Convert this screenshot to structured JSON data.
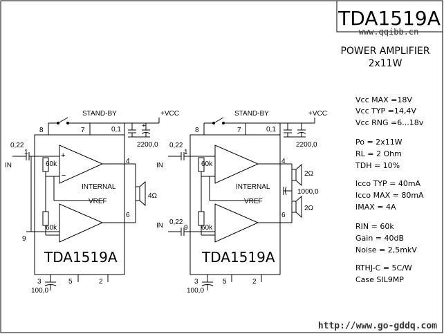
{
  "header": {
    "part_number": "TDA1519A",
    "watermark_top": "www.qqibb.cn",
    "title_line1": "POWER AMPLIFIER",
    "title_line2": "2x11W"
  },
  "specs": [
    "Vcc MAX =18V",
    "Vcc TYP =14,4V",
    "Vcc RNG =6...18v",
    "Po = 2x11W",
    "RL = 2 Ohm",
    "TDH = 10%",
    "Icco TYP = 40mA",
    "Icco MAX = 80mA",
    "IMAX = 4A",
    "RIN = 60k",
    "Gain = 40dB",
    "Noise = 2,5mkV",
    "RTHJ-C = 5C/W",
    "Case SIL9MP"
  ],
  "circuit_left": {
    "chip_label": "TDA1519A",
    "standby": "STAND-BY",
    "vcc": "+VCC",
    "cap_in": "0,22",
    "cap_01": "0,1",
    "cap_plus": "+",
    "cap_2200": "2200,0",
    "input": "IN",
    "res_top": "60k",
    "res_bot": "60k",
    "internal": "INTERNAL",
    "vref": "VREF",
    "speaker": "4Ω",
    "cap_100": "100,0",
    "pins": {
      "p1": "1",
      "p2": "2",
      "p3": "3",
      "p4": "4",
      "p5": "5",
      "p6": "6",
      "p7": "7",
      "p8": "8",
      "p9": "9"
    },
    "opamp_plus": "+",
    "opamp_minus": "−"
  },
  "circuit_right": {
    "chip_label": "TDA1519A",
    "standby": "STAND-BY",
    "vcc": "+VCC",
    "cap_in1": "0,22",
    "cap_in2": "0,22",
    "cap_01": "0,1",
    "cap_2200": "2200,0",
    "input1": "IN",
    "input2": "IN",
    "res_top": "60k",
    "res_bot": "60k",
    "internal": "INTERNAL",
    "vref": "VREF",
    "speaker_top": "2Ω",
    "speaker_bot": "2Ω",
    "cap_1000": "1000,0",
    "cap_100": "100,0",
    "pins": {
      "p1": "1",
      "p2": "2",
      "p3": "3",
      "p4": "4",
      "p5": "5",
      "p6": "6",
      "p7": "7",
      "p8": "8",
      "p9": "9"
    }
  },
  "footer": {
    "watermark_url": "http://www.go-gddq.com"
  }
}
